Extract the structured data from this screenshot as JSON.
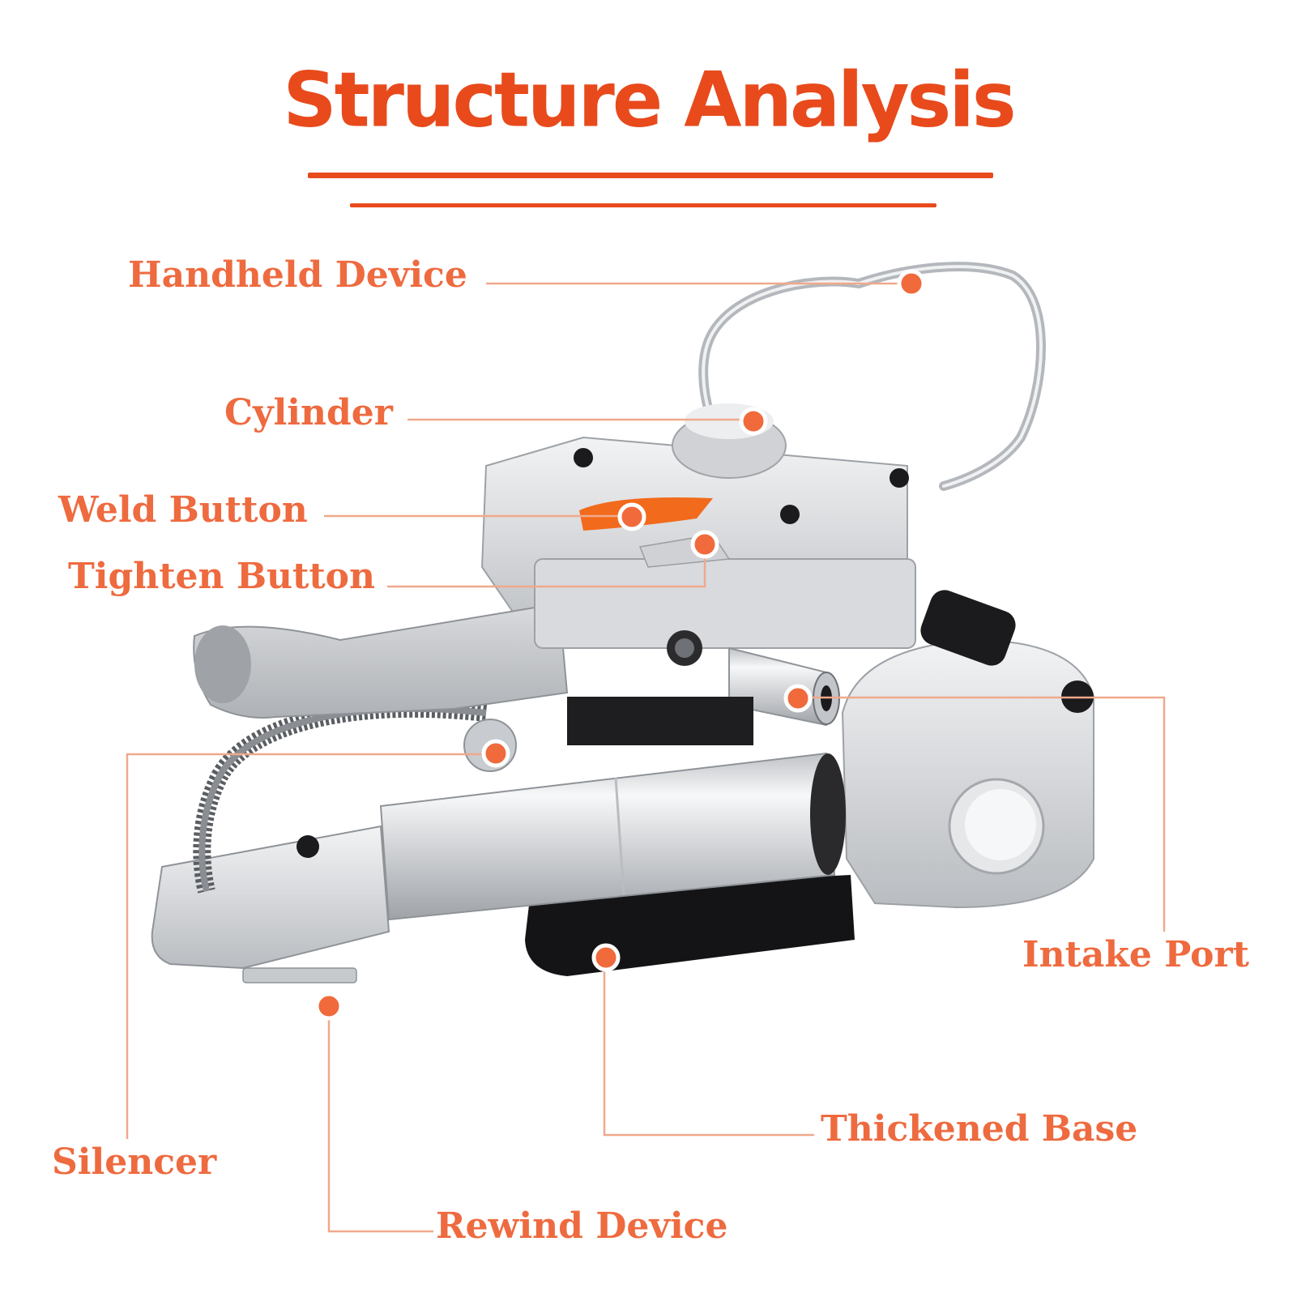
{
  "title": "Structure Analysis",
  "colors": {
    "accent": "#e84a1c",
    "label": "#ee6a3f",
    "leader": "#f0a98c",
    "marker": "#f06a3c",
    "metal": "#c9ccd0",
    "dark": "#1d1d1f"
  },
  "labels": {
    "handheld_device": "Handheld Device",
    "cylinder": "Cylinder",
    "weld_button": "Weld Button",
    "tighten_button": "Tighten Button",
    "intake_port": "Intake Port",
    "thickened_base": "Thickened Base",
    "silencer": "Silencer",
    "rewind_device": "Rewind Device"
  }
}
